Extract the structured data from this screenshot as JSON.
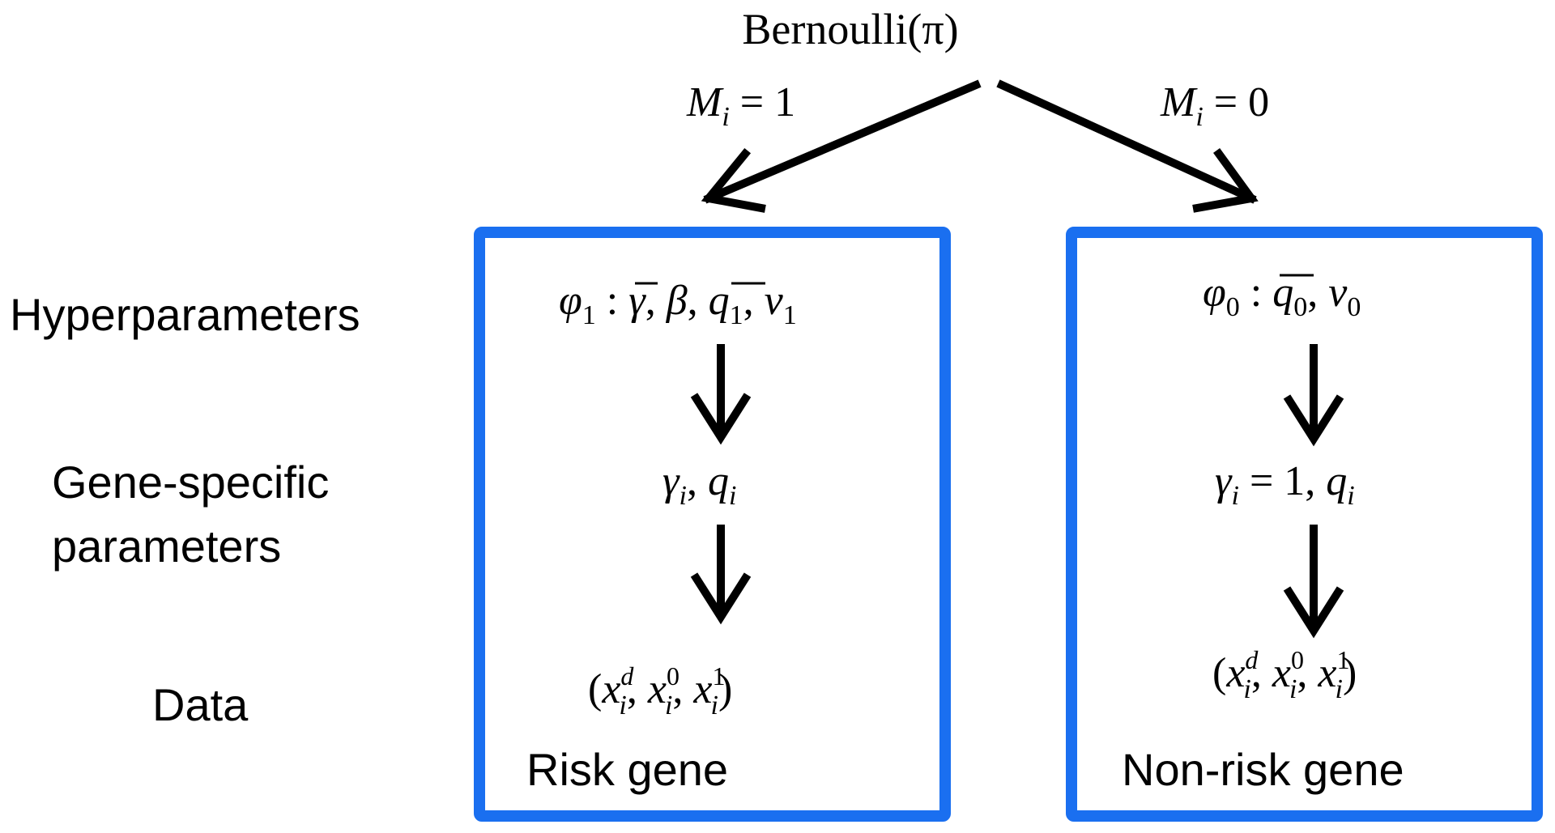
{
  "root": {
    "label": "Bernoulli(π)"
  },
  "branches": {
    "left": {
      "label_var": "M",
      "label_sub": "i",
      "label_rest": " = 1"
    },
    "right": {
      "label_var": "M",
      "label_sub": "i",
      "label_rest": " = 0"
    }
  },
  "row_labels": {
    "hyperparameters": "Hyperparameters",
    "gene_specific_line1": "Gene-specific",
    "gene_specific_line2": "parameters",
    "data": "Data"
  },
  "boxes": {
    "risk": {
      "title": "Risk gene",
      "hyper": {
        "phi": "φ",
        "phi_sub": "1",
        "colon": " : ",
        "gamma_bar": "γ",
        "comma1": ", ",
        "beta": "β",
        "comma2": ", ",
        "q": "q",
        "q_sub": "1",
        "comma3": ", ",
        "nu": "ν",
        "nu_sub": "1"
      },
      "gene": {
        "gamma": "γ",
        "gamma_sub": "i",
        "comma": ", ",
        "q": "q",
        "q_sub": "i"
      },
      "data": {
        "open": "(",
        "x": "x",
        "sub": "i",
        "sup_d": "d",
        "sup_0": "0",
        "sup_1": "1",
        "comma": ", ",
        "close": ")"
      }
    },
    "nonrisk": {
      "title": "Non-risk gene",
      "hyper": {
        "phi": "φ",
        "phi_sub": "0",
        "colon": " : ",
        "q": "q",
        "q_sub": "0",
        "comma": ", ",
        "nu": "ν",
        "nu_sub": "0"
      },
      "gene": {
        "gamma": "γ",
        "gamma_sub": "i",
        "eq": " = 1, ",
        "q": "q",
        "q_sub": "i"
      },
      "data": {
        "open": "(",
        "x": "x",
        "sub": "i",
        "sup_d": "d",
        "sup_0": "0",
        "sup_1": "1",
        "comma": ", ",
        "close": ")"
      }
    }
  },
  "colors": {
    "box_border": "#1a6ff0",
    "arrow": "#000000",
    "text": "#000000"
  }
}
